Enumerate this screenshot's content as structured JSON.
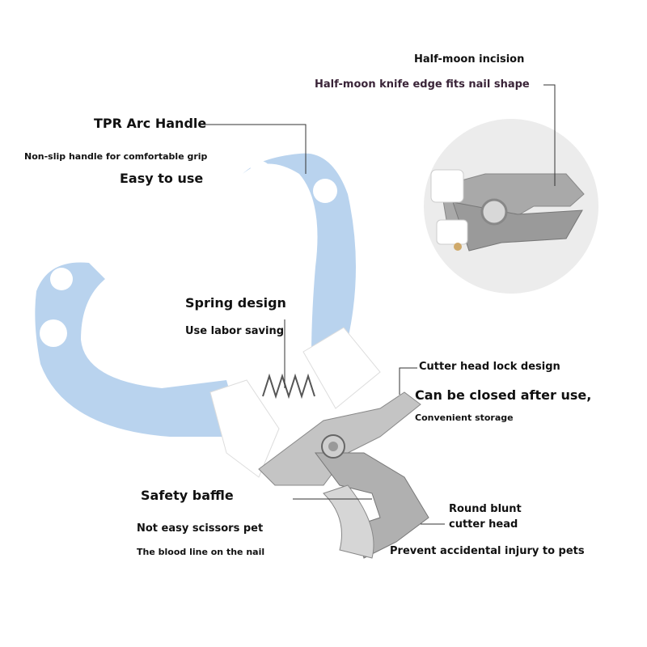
{
  "labels": {
    "half_moon_title": "Half-moon incision",
    "half_moon_desc": "Half-moon knife edge fits nail shape",
    "handle_title": "TPR Arc Handle",
    "handle_desc": "Non-slip handle for comfortable grip",
    "handle_desc2": "Easy to use",
    "spring_title": "Spring design",
    "spring_desc": "Use labor saving",
    "lock_title": "Cutter head lock design",
    "lock_desc": "Can be closed after use,",
    "lock_desc2": "Convenient storage",
    "baffle_title": "Safety baffle",
    "baffle_desc": "Not easy scissors pet",
    "baffle_desc2": "The blood line on the nail",
    "round_title": "Round blunt",
    "round_title2": "cutter head",
    "round_desc": "Prevent accidental injury to pets"
  },
  "colors": {
    "handle_blue": "#b9d3ee",
    "steel": "#b8b8b8",
    "inset_bg": "#ececec"
  }
}
